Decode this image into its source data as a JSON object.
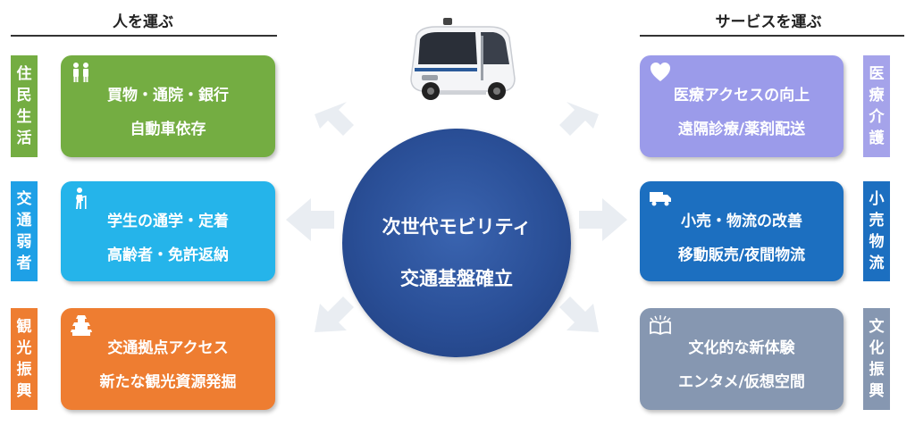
{
  "left_header": "人を運ぶ",
  "right_header": "サービスを運ぶ",
  "center": {
    "line1": "次世代モビリティ",
    "line2": "交通基盤確立"
  },
  "left": [
    {
      "tag": [
        "住",
        "民",
        "生",
        "活"
      ],
      "line1": "買物・通院・銀行",
      "line2": "自動車依存",
      "color": "#74ad42",
      "tag_color": "#74ad42",
      "icon": "people-icon"
    },
    {
      "tag": [
        "交",
        "通",
        "弱",
        "者"
      ],
      "line1": "学生の通学・定着",
      "line2": "高齢者・免許返納",
      "color": "#25b4ea",
      "tag_color": "#1ea0e6",
      "icon": "elderly-icon"
    },
    {
      "tag": [
        "観",
        "光",
        "振",
        "興"
      ],
      "line1": "交通拠点アクセス",
      "line2": "新たな観光資源発掘",
      "color": "#ee7d31",
      "tag_color": "#ee7d31",
      "icon": "castle-icon"
    }
  ],
  "right": [
    {
      "tag": [
        "医",
        "療",
        "介",
        "護"
      ],
      "line1": "医療アクセスの向上",
      "line2": "遠隔診療/薬剤配送",
      "color": "#9b9bea",
      "tag_color": "#a5a3ea",
      "icon": "heart-icon"
    },
    {
      "tag": [
        "小",
        "売",
        "物",
        "流"
      ],
      "line1": "小売・物流の改善",
      "line2": "移動販売/夜間物流",
      "color": "#1c6fc0",
      "tag_color": "#1c6fc0",
      "icon": "truck-icon"
    },
    {
      "tag": [
        "文",
        "化",
        "振",
        "興"
      ],
      "line1": "文化的な新体験",
      "line2": "エンタメ/仮想空間",
      "color": "#8697b1",
      "tag_color": "#8697b1",
      "icon": "book-icon"
    }
  ]
}
